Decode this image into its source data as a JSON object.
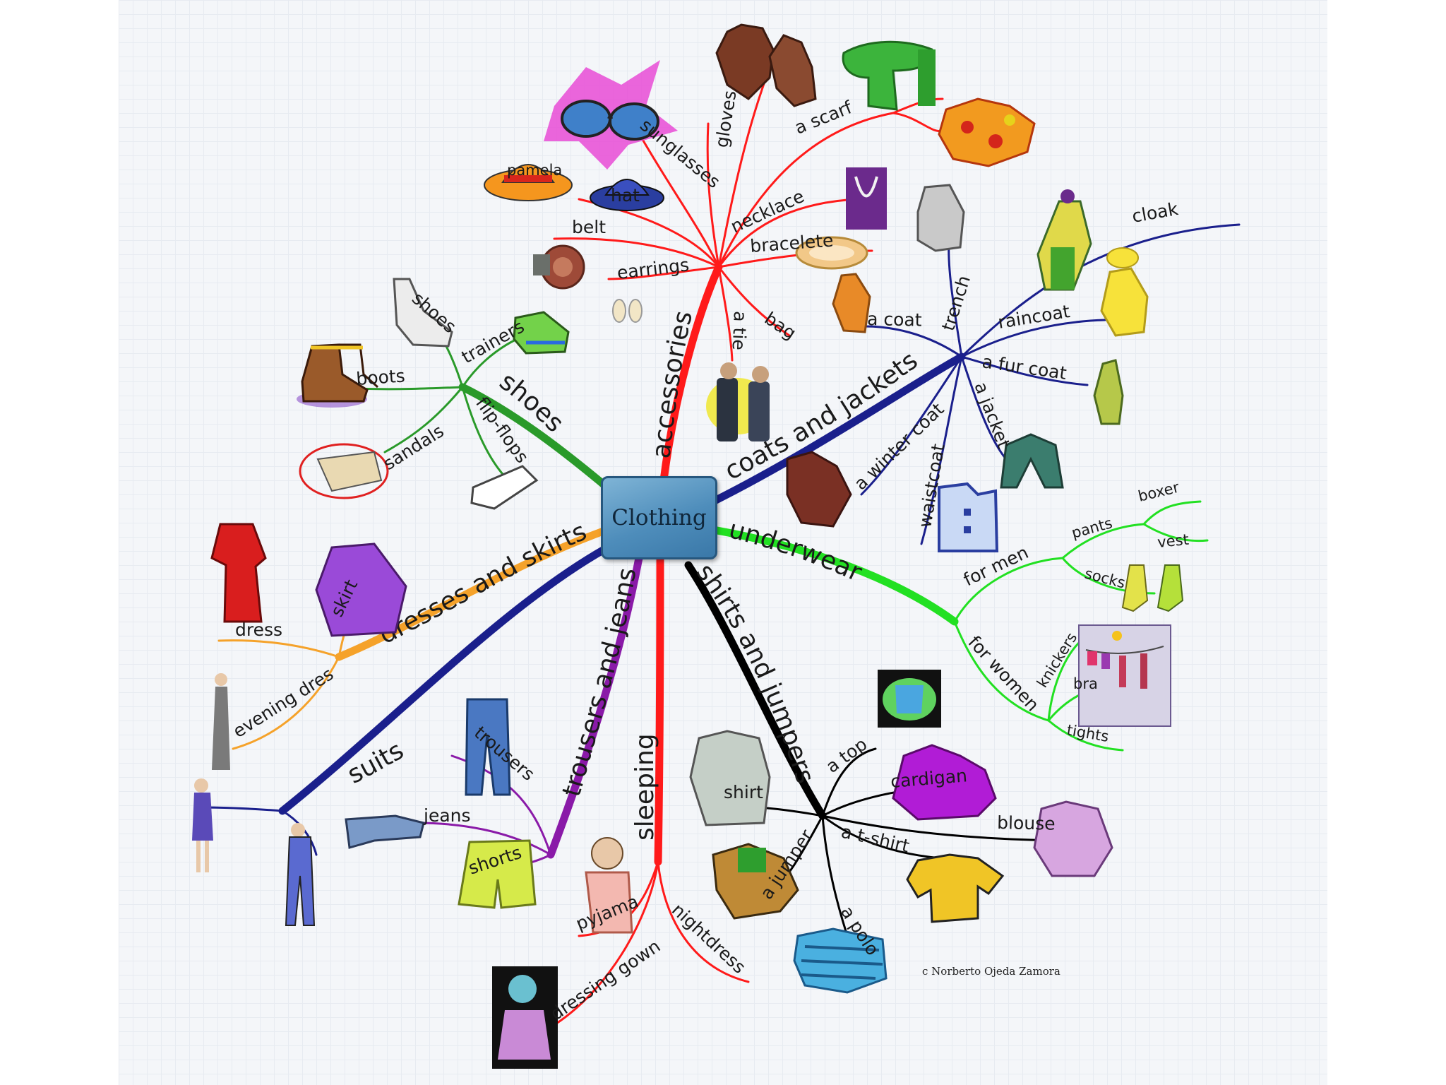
{
  "central": {
    "label": "Clothing"
  },
  "credit": "c Norberto Ojeda Zamora",
  "branches": {
    "accessories": {
      "label": "accessories",
      "color": "#ff1a1a",
      "items": {
        "sunglasses": "sunglasses",
        "gloves": "gloves",
        "scarf": "a scarf",
        "hat": "hat",
        "pamela": "pamela",
        "belt": "belt",
        "necklace": "necklace",
        "bracelet": "bracelete",
        "earrings": "earrings",
        "tie": "a tie",
        "bag": "bag"
      }
    },
    "coats": {
      "label": "coats and jackets",
      "color": "#1a1f8c",
      "items": {
        "trench": "trench",
        "cloak": "cloak",
        "raincoat": "raincoat",
        "coat": "a coat",
        "fur_coat": "a fur coat",
        "jacket": "a jacket",
        "winter_coat": "a winter coat",
        "waistcoat": "waistcoat"
      }
    },
    "underwear": {
      "label": "underwear",
      "color": "#22e022",
      "items": {
        "for_men": "for men",
        "pants": "pants",
        "boxer": "boxer",
        "vest": "vest",
        "socks": "socks",
        "for_women": "for women",
        "knickers": "knickers",
        "bra": "bra",
        "tights": "tights"
      }
    },
    "shirts": {
      "label": "shirts and jumpers",
      "color": "#000000",
      "items": {
        "top": "a top",
        "cardigan": "cardigan",
        "shirt": "shirt",
        "blouse": "blouse",
        "tshirt": "a t-shirt",
        "jumper": "a jumper",
        "polo": "a polo"
      }
    },
    "sleeping": {
      "label": "sleeping",
      "color": "#ff1a1a",
      "items": {
        "pyjamas": "pyjamas",
        "nightdress": "nightdress",
        "gown": "dressing gown"
      }
    },
    "trousers": {
      "label": "trousers and jeans",
      "color": "#8a1aa8",
      "items": {
        "trousers": "trousers",
        "jeans": "jeans",
        "shorts": "shorts"
      }
    },
    "suits": {
      "label": "suits",
      "color": "#1a1f8c"
    },
    "dresses": {
      "label": "dresses and skirts",
      "color": "#f5a22a",
      "items": {
        "skirt": "skirt",
        "dress": "dress",
        "evening_dress": "evening dress"
      }
    },
    "shoes": {
      "label": "shoes",
      "color": "#2a9a2a",
      "items": {
        "shoes": "shoes",
        "trainers": "trainers",
        "boots": "boots",
        "flip_flops": "flip-flops",
        "sandals": "sandals"
      }
    }
  },
  "icons": [
    "sunglasses-icon",
    "gloves-icon",
    "scarf-icon",
    "hat-icon",
    "pamela-icon",
    "necklace-icon",
    "belt-icon",
    "bracelet-icon",
    "earrings-icon",
    "tie-icon",
    "trench-icon",
    "cloak-icon",
    "raincoat-icon",
    "coat-icon",
    "fur-coat-icon",
    "jacket-icon",
    "winter-coat-icon",
    "waistcoat-icon",
    "socks-icon",
    "clothesline-icon",
    "vest-icon",
    "shirt-icon",
    "cardigan-icon",
    "blouse-icon",
    "tshirt-icon",
    "jumper-icon",
    "polo-icon",
    "pyjamas-icon",
    "dressing-gown-icon",
    "trousers-icon",
    "jeans-icon",
    "shorts-icon",
    "suit-woman-icon",
    "suit-man-icon",
    "dress-icon",
    "skirt-icon",
    "evening-dress-icon",
    "shoes-icon",
    "trainers-icon",
    "boots-icon",
    "flip-flops-icon",
    "sandals-icon",
    "flowers-icon"
  ]
}
